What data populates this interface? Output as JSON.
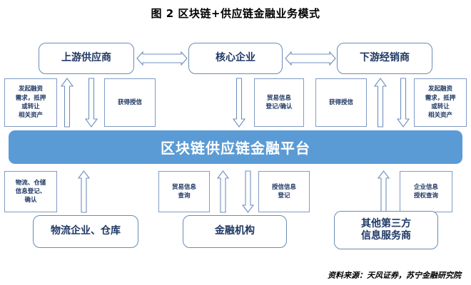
{
  "figure": {
    "title": "图 2  区块链+供应链金融业务模式",
    "source": "资料来源：天风证券，苏宁金融研究院"
  },
  "colors": {
    "platform_fill": "#5B9BD5",
    "box_border": "#6b8bb5",
    "note_border": "#7f9bc4",
    "text_dark_blue": "#1f3864",
    "arrow_stroke": "#6e8fbd",
    "arrow_fill": "#ffffff"
  },
  "top_row": {
    "upstream_supplier": "上游供应商",
    "core_enterprise": "核心企业",
    "downstream_distributor": "下游经销商"
  },
  "platform": {
    "label": "区块链供应链金融平台"
  },
  "bottom_row": {
    "logistics_warehouse": "物流企业、仓库",
    "financial_institution": "金融机构",
    "third_party_info": "其他第三方\n信息服务商"
  },
  "upper_notes": {
    "left_financing_request": "发起融资\n需求，抵押\n或转让\n相关资产",
    "left_credit_granted": "获得授信",
    "center_trade_info": "贸易信息\n登记/确认",
    "right_credit_granted": "获得授信",
    "right_financing_request": "发起融资\n需求，抵押\n或转让\n相关资产"
  },
  "lower_notes": {
    "logistics_info": "物流、仓储\n信息登记、\n确认",
    "trade_query": "贸易信息\n查询",
    "credit_registration": "授信信息\n登记",
    "enterprise_auth_query": "企业信息\n授权查询"
  },
  "arrows": {
    "supplier_to_core": "双向箭头",
    "core_to_distributor": "双向箭头",
    "upward": "向上箭头",
    "downward": "向下箭头"
  }
}
